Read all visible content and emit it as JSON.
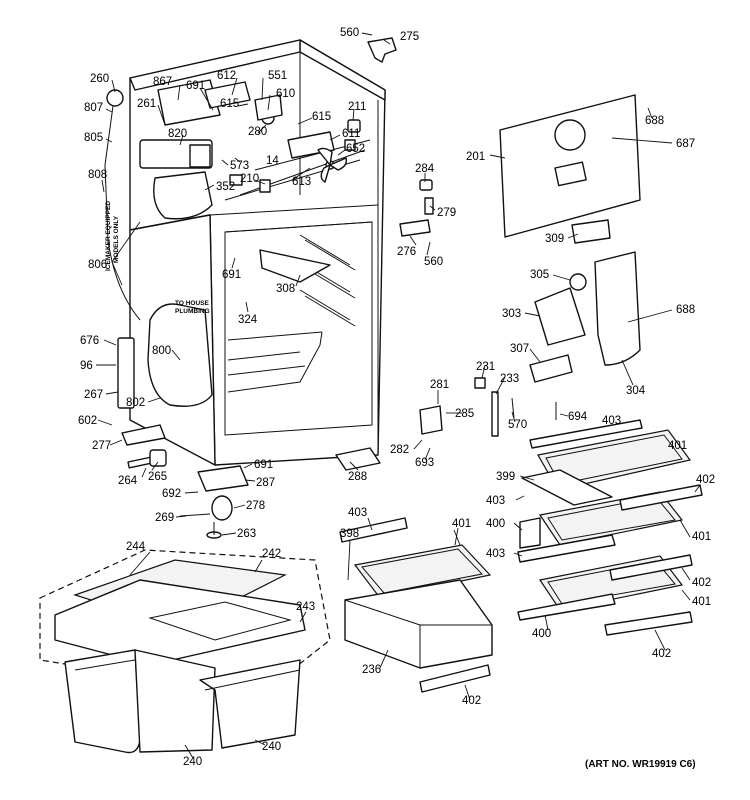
{
  "labels": {
    "p560a": "560",
    "p275": "275",
    "p260": "260",
    "p867": "867",
    "p691a": "691",
    "p612": "612",
    "p551": "551",
    "p615a": "615",
    "p610": "610",
    "p807": "807",
    "p261": "261",
    "p211": "211",
    "p820": "820",
    "p280": "280",
    "p615b": "615",
    "p611": "611",
    "p805": "805",
    "p652": "652",
    "p14": "14",
    "p573": "573",
    "p613": "613",
    "p210": "210",
    "p808": "808",
    "p352": "352",
    "p284": "284",
    "p279": "279",
    "p276": "276",
    "p560b": "560",
    "p806": "806",
    "p691b": "691",
    "p308": "308",
    "p324": "324",
    "p201": "201",
    "p688a": "688",
    "p687": "687",
    "p309": "309",
    "p305": "305",
    "p303": "303",
    "p688b": "688",
    "p307": "307",
    "p304": "304",
    "p676": "676",
    "p96": "96",
    "p800": "800",
    "p267": "267",
    "p802": "802",
    "p231": "231",
    "p233": "233",
    "p281": "281",
    "p285": "285",
    "p570": "570",
    "p694": "694",
    "p602": "602",
    "p277": "277",
    "p282": "282",
    "p693": "693",
    "p403a": "403",
    "p401a": "401",
    "p265": "265",
    "p264": "264",
    "p691c": "691",
    "p287": "287",
    "p288": "288",
    "p399": "399",
    "p402a": "402",
    "p692": "692",
    "p278": "278",
    "p403b": "403",
    "p269": "269",
    "p400a": "400",
    "p401b": "401",
    "p263": "263",
    "p403c": "403",
    "p398": "398",
    "p401c": "401",
    "p403d": "403",
    "p402b": "402",
    "p244": "244",
    "p242": "242",
    "p401d": "401",
    "p243": "243",
    "p400b": "400",
    "p236": "236",
    "p402c": "402",
    "p402d": "402",
    "p240a": "240",
    "p240b": "240"
  },
  "notes": {
    "icemaker_line1": "ICEMAKER EQUIPPED",
    "icemaker_line2": "MODELS ONLY",
    "plumbing_line1": "TO HOUSE",
    "plumbing_line2": "PLUMBING"
  },
  "art_number": "(ART NO. WR19919 C6)"
}
